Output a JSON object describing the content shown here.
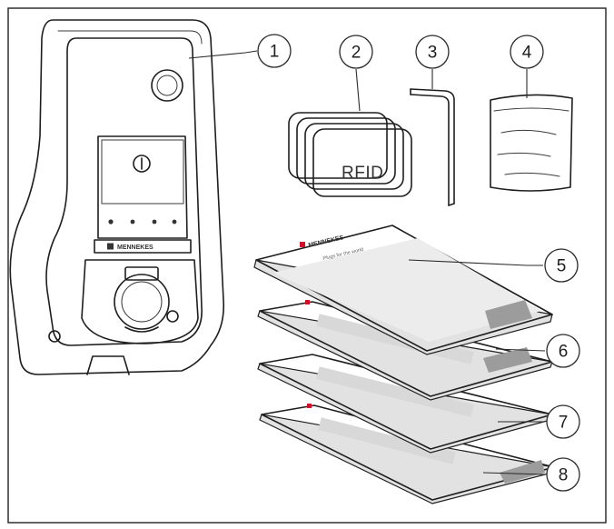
{
  "callouts": [
    {
      "number": "1",
      "item": "charging-station"
    },
    {
      "number": "2",
      "item": "rfid-cards"
    },
    {
      "number": "3",
      "item": "hex-key"
    },
    {
      "number": "4",
      "item": "screw-bag"
    },
    {
      "number": "5",
      "item": "document-1"
    },
    {
      "number": "6",
      "item": "document-2"
    },
    {
      "number": "7",
      "item": "document-3"
    },
    {
      "number": "8",
      "item": "document-4"
    }
  ],
  "labels": {
    "rfid": "RFID",
    "brand": "MENNEKES",
    "doc_tagline": "Plugs for the world"
  },
  "icons": [
    "logo-mark",
    "status-led",
    "lock-icon",
    "socket-icon"
  ],
  "colors": {
    "line": "#1e1e1e",
    "paper": "#ffffff",
    "grey_block": "#9c9c9c",
    "brand_red": "#d0102a"
  }
}
